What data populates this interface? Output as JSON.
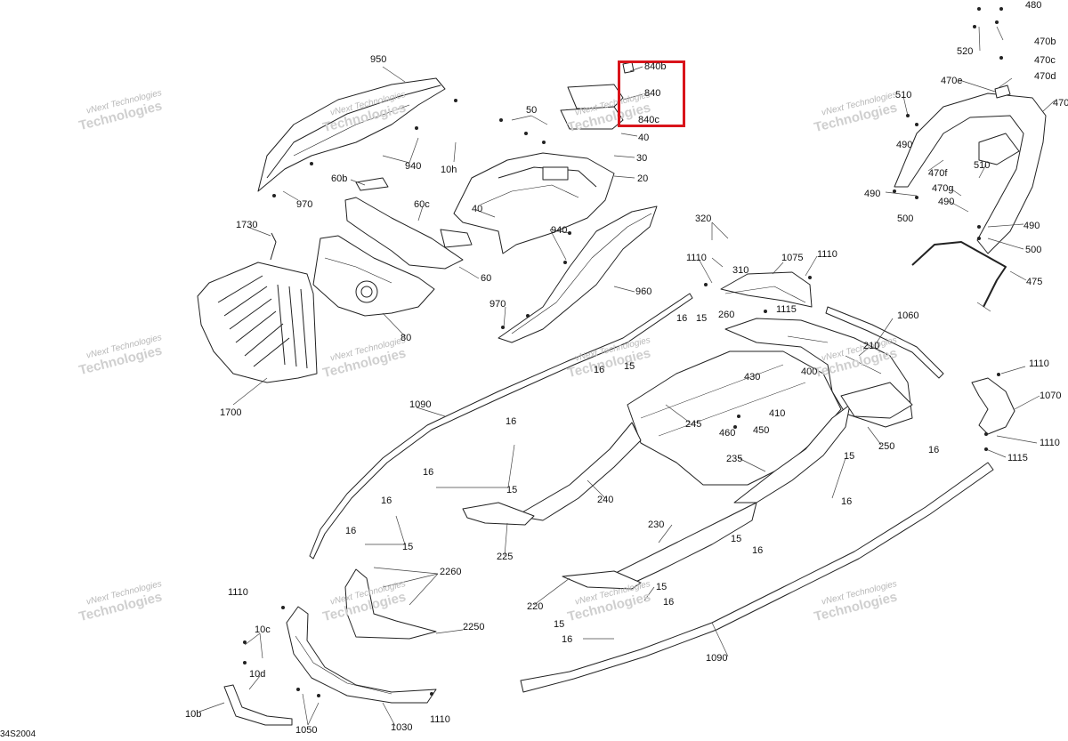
{
  "diagram": {
    "reference_code": "34S2004",
    "watermark_line1": "vNext Technologies",
    "watermark_line2": "Technologies",
    "highlight_color": "#d9141b",
    "line_color": "#222222",
    "callouts": [
      {
        "id": "c480",
        "text": "480"
      },
      {
        "id": "c520",
        "text": "520"
      },
      {
        "id": "c470b",
        "text": "470b"
      },
      {
        "id": "c470c",
        "text": "470c"
      },
      {
        "id": "c470d",
        "text": "470d"
      },
      {
        "id": "c470e",
        "text": "470e"
      },
      {
        "id": "c470",
        "text": "470"
      },
      {
        "id": "c510a",
        "text": "510"
      },
      {
        "id": "c490a",
        "text": "490"
      },
      {
        "id": "c470f",
        "text": "470f"
      },
      {
        "id": "c510b",
        "text": "510"
      },
      {
        "id": "c470g",
        "text": "470g"
      },
      {
        "id": "c490b",
        "text": "490"
      },
      {
        "id": "c490c",
        "text": "490"
      },
      {
        "id": "c500a",
        "text": "500"
      },
      {
        "id": "c490d",
        "text": "490"
      },
      {
        "id": "c500b",
        "text": "500"
      },
      {
        "id": "c475",
        "text": "475"
      },
      {
        "id": "c950",
        "text": "950"
      },
      {
        "id": "c940a",
        "text": "940"
      },
      {
        "id": "c970a",
        "text": "970"
      },
      {
        "id": "c50",
        "text": "50"
      },
      {
        "id": "c10h",
        "text": "10h"
      },
      {
        "id": "c840b",
        "text": "840b"
      },
      {
        "id": "c840",
        "text": "840"
      },
      {
        "id": "c840c",
        "text": "840c"
      },
      {
        "id": "c40a",
        "text": "40"
      },
      {
        "id": "c30",
        "text": "30"
      },
      {
        "id": "c20",
        "text": "20"
      },
      {
        "id": "c60b",
        "text": "60b"
      },
      {
        "id": "c60c",
        "text": "60c"
      },
      {
        "id": "c40b",
        "text": "40"
      },
      {
        "id": "c940b",
        "text": "940"
      },
      {
        "id": "c60",
        "text": "60"
      },
      {
        "id": "c960",
        "text": "960"
      },
      {
        "id": "c80",
        "text": "80"
      },
      {
        "id": "c1730",
        "text": "1730"
      },
      {
        "id": "c1700",
        "text": "1700"
      },
      {
        "id": "c970b",
        "text": "970"
      },
      {
        "id": "c320",
        "text": "320"
      },
      {
        "id": "c1110a",
        "text": "1110"
      },
      {
        "id": "c310",
        "text": "310"
      },
      {
        "id": "c1075",
        "text": "1075"
      },
      {
        "id": "c1110b",
        "text": "1110"
      },
      {
        "id": "c1115a",
        "text": "1115"
      },
      {
        "id": "c260",
        "text": "260"
      },
      {
        "id": "c16a",
        "text": "16"
      },
      {
        "id": "c15a",
        "text": "15"
      },
      {
        "id": "c1060",
        "text": "1060"
      },
      {
        "id": "c210",
        "text": "210"
      },
      {
        "id": "c16b",
        "text": "16"
      },
      {
        "id": "c15b",
        "text": "15"
      },
      {
        "id": "c430",
        "text": "430"
      },
      {
        "id": "c400",
        "text": "400"
      },
      {
        "id": "c410",
        "text": "410"
      },
      {
        "id": "c460",
        "text": "460"
      },
      {
        "id": "c450",
        "text": "450"
      },
      {
        "id": "c245",
        "text": "245"
      },
      {
        "id": "c250",
        "text": "250"
      },
      {
        "id": "c1110c",
        "text": "1110"
      },
      {
        "id": "c1070",
        "text": "1070"
      },
      {
        "id": "c1110d",
        "text": "1110"
      },
      {
        "id": "c1115b",
        "text": "1115"
      },
      {
        "id": "c1090a",
        "text": "1090"
      },
      {
        "id": "c16c",
        "text": "16"
      },
      {
        "id": "c16d",
        "text": "16"
      },
      {
        "id": "c15c",
        "text": "15"
      },
      {
        "id": "c240",
        "text": "240"
      },
      {
        "id": "c235",
        "text": "235"
      },
      {
        "id": "c15d",
        "text": "15"
      },
      {
        "id": "c16e",
        "text": "16"
      },
      {
        "id": "c16f",
        "text": "16"
      },
      {
        "id": "c16g",
        "text": "16"
      },
      {
        "id": "c15e",
        "text": "15"
      },
      {
        "id": "c16h",
        "text": "16"
      },
      {
        "id": "c225",
        "text": "225"
      },
      {
        "id": "c230",
        "text": "230"
      },
      {
        "id": "c15f",
        "text": "15"
      },
      {
        "id": "c16i",
        "text": "16"
      },
      {
        "id": "c2260",
        "text": "2260"
      },
      {
        "id": "c220",
        "text": "220"
      },
      {
        "id": "c15g",
        "text": "15"
      },
      {
        "id": "c16j",
        "text": "16"
      },
      {
        "id": "c1110e",
        "text": "1110"
      },
      {
        "id": "c2250",
        "text": "2250"
      },
      {
        "id": "c15h",
        "text": "15"
      },
      {
        "id": "c16k",
        "text": "16"
      },
      {
        "id": "c10c",
        "text": "10c"
      },
      {
        "id": "c1090b",
        "text": "1090"
      },
      {
        "id": "c10d",
        "text": "10d"
      },
      {
        "id": "c10b",
        "text": "10b"
      },
      {
        "id": "c1050",
        "text": "1050"
      },
      {
        "id": "c1030",
        "text": "1030"
      },
      {
        "id": "c1110f",
        "text": "1110"
      }
    ]
  }
}
